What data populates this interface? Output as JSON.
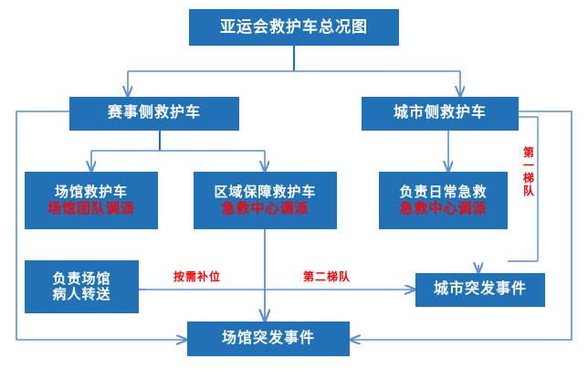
{
  "diagram": {
    "title": "亚运会救护车总况图",
    "nodes": {
      "root": {
        "label": "亚运会救护车总况图"
      },
      "event_side": {
        "label": "赛事侧救护车"
      },
      "city_side": {
        "label": "城市侧救护车"
      },
      "venue_amb": {
        "line1": "场馆救护车",
        "line2": "场馆团队调派"
      },
      "region_amb": {
        "line1": "区域保障救护车",
        "line2": "急救中心调派"
      },
      "daily_amb": {
        "line1": "负责日常急救",
        "line2": "急救中心调派"
      },
      "transfer": {
        "line1": "负责场馆",
        "line2": "病人转送"
      },
      "city_event": {
        "label": "城市突发事件"
      },
      "venue_event": {
        "label": "场馆突发事件"
      }
    },
    "edge_labels": {
      "on_demand": "按需补位",
      "second_echelon": "第二梯队",
      "first_echelon": "第一梯队"
    },
    "colors": {
      "box_fill": "#2071b5",
      "box_text": "#ffffff",
      "accent_text": "#ff0000",
      "connector_dark": "#2071b5",
      "connector_light": "#5b8fd0",
      "background": "#ffffff"
    }
  }
}
